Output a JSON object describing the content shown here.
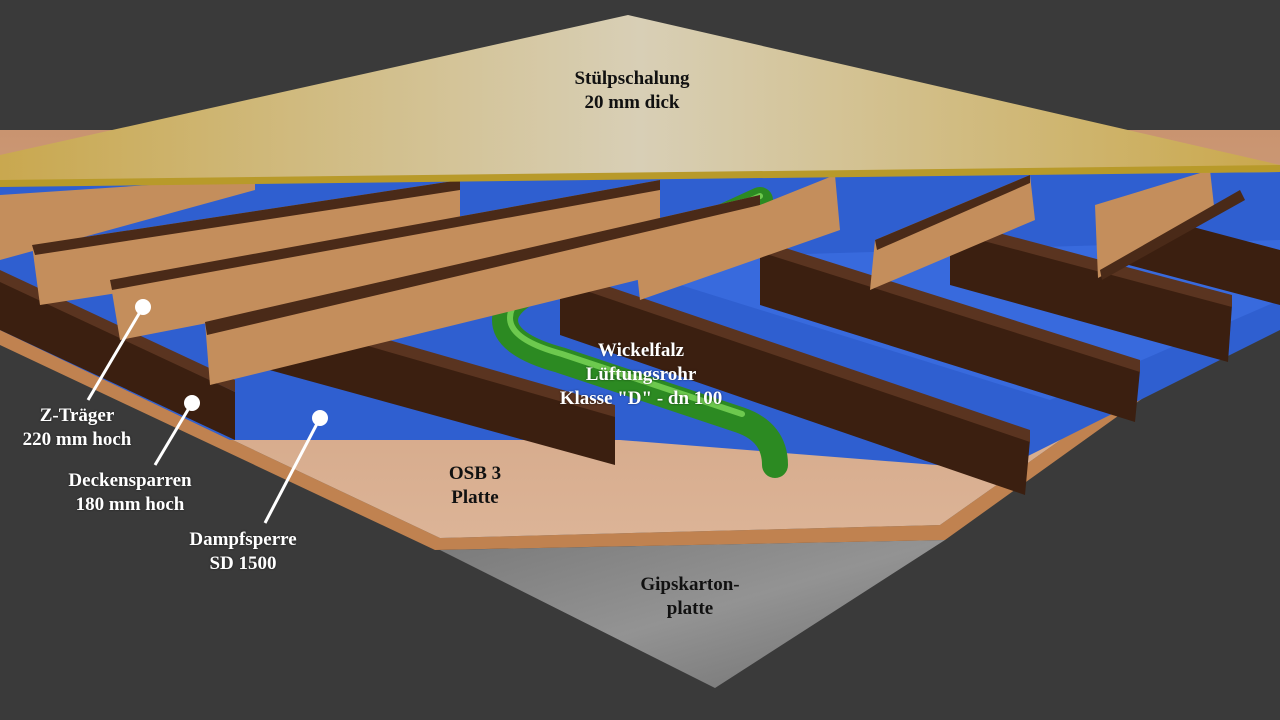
{
  "title": "Deckenaufbau mit Lüftungsrohr",
  "colors": {
    "background": "#3a3a3a",
    "shiplap": "#d2b56b",
    "shiplap_highlight": "#d8cfb6",
    "shiplap_edge": "#b89a2a",
    "z_beam_face": "#c48e5c",
    "z_beam_dark": "#4a2a18",
    "rafter": "#3b1f10",
    "rafter_top": "#5a3420",
    "vapor_barrier": "#2f5fd0",
    "osb": "#d7a983",
    "osb_edge": "#c08250",
    "gypsum": "#8a8a8a",
    "pipe": "#3aa02a",
    "pipe_highlight": "#7ed85a",
    "callout": "#ffffff"
  },
  "labels": {
    "shiplap": {
      "line1": "Stülpschalung",
      "line2": "20 mm dick"
    },
    "z_beam": {
      "line1": "Z-Träger",
      "line2": "220 mm hoch"
    },
    "rafter": {
      "line1": "Deckensparren",
      "line2": "180 mm hoch"
    },
    "vapor_barrier": {
      "line1": "Dampfsperre",
      "line2": "SD 1500"
    },
    "pipe": {
      "line1": "Wickelfalz",
      "line2": "Lüftungsrohr",
      "line3": "Klasse \"D\" - dn 100"
    },
    "osb": {
      "line1": "OSB 3",
      "line2": "Platte"
    },
    "gypsum": {
      "line1": "Gipskarton-",
      "line2": "platte"
    }
  }
}
